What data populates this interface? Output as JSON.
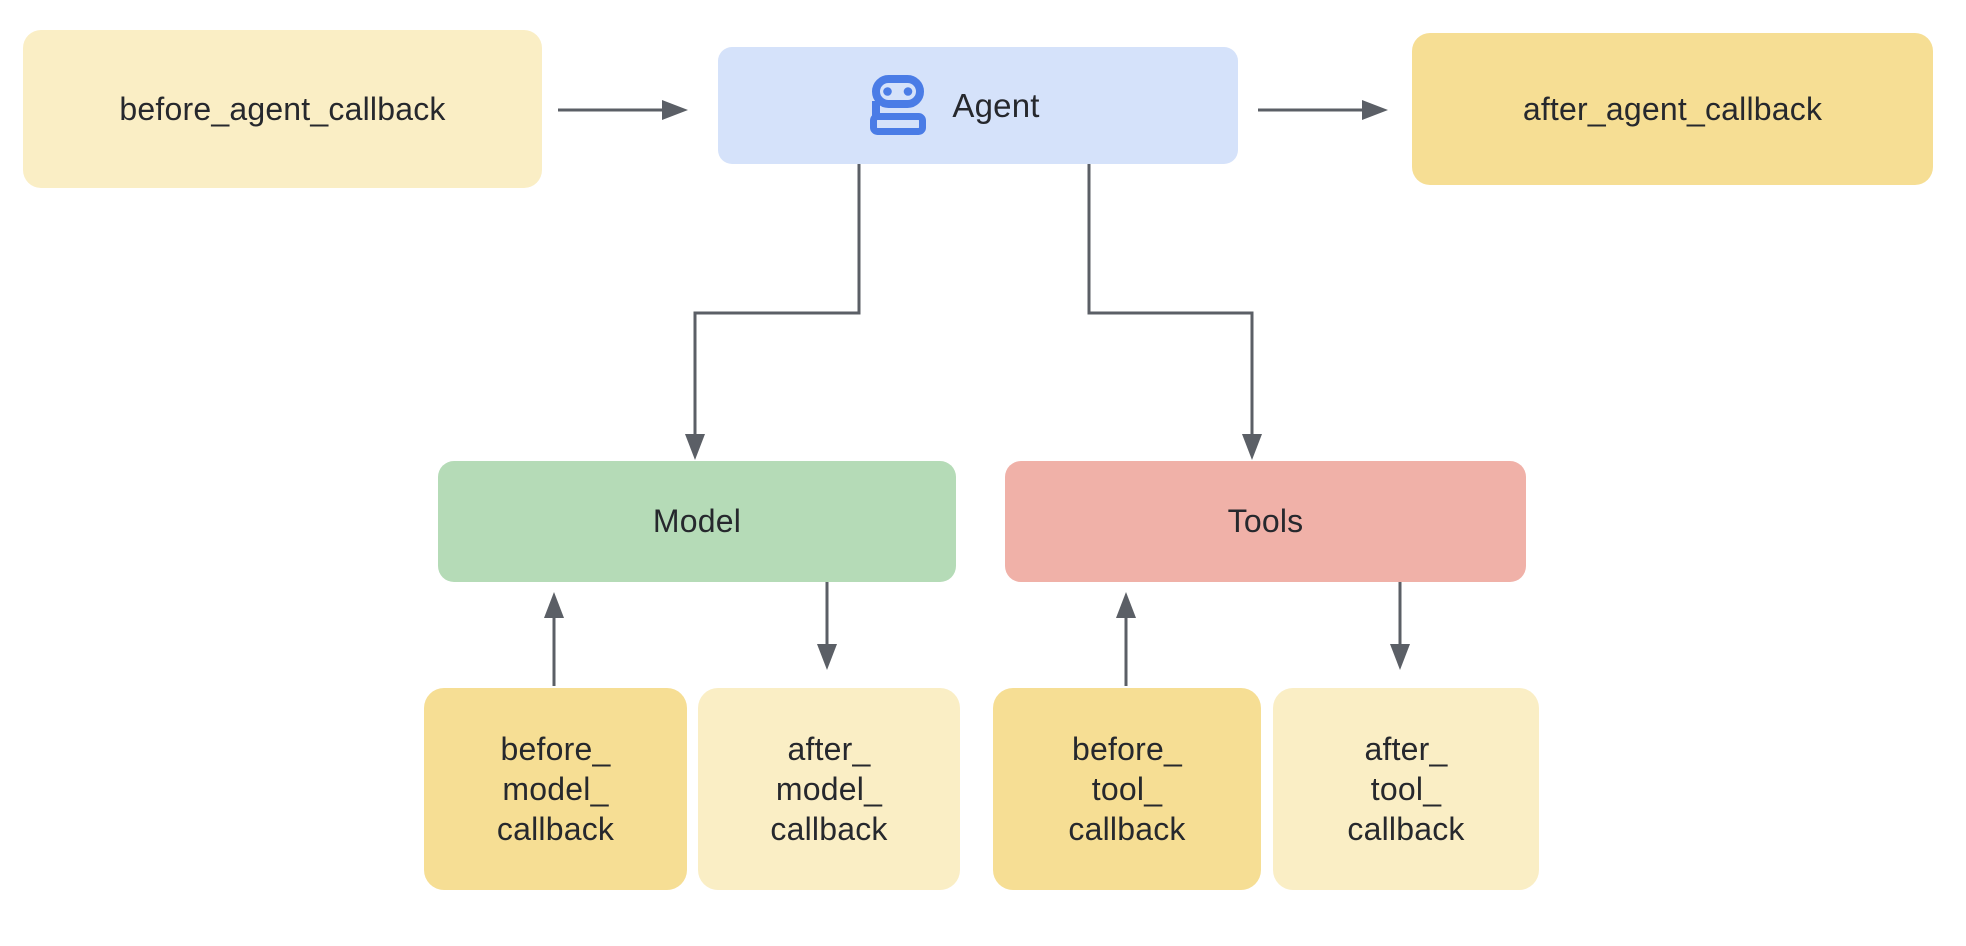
{
  "diagram": {
    "title": "agent-callbacks-flow",
    "nodes": {
      "before_agent": {
        "label": "before_agent_callback"
      },
      "agent": {
        "label": "Agent",
        "icon": "robot-icon"
      },
      "after_agent": {
        "label": "after_agent_callback"
      },
      "model": {
        "label": "Model"
      },
      "tools": {
        "label": "Tools"
      },
      "before_model": {
        "lines": [
          "before_",
          "model_",
          "callback"
        ]
      },
      "after_model": {
        "lines": [
          "after_",
          "model_",
          "callback"
        ]
      },
      "before_tool": {
        "lines": [
          "before_",
          "tool_",
          "callback"
        ]
      },
      "after_tool": {
        "lines": [
          "after_",
          "tool_",
          "callback"
        ]
      }
    },
    "edges": [
      {
        "from": "before_agent_callback",
        "to": "Agent",
        "direction": "right"
      },
      {
        "from": "Agent",
        "to": "after_agent_callback",
        "direction": "right"
      },
      {
        "from": "Agent",
        "to": "Model",
        "direction": "down-elbow"
      },
      {
        "from": "Agent",
        "to": "Tools",
        "direction": "down-elbow"
      },
      {
        "from": "before_model_callback",
        "to": "Model",
        "direction": "up"
      },
      {
        "from": "Model",
        "to": "after_model_callback",
        "direction": "down"
      },
      {
        "from": "before_tool_callback",
        "to": "Tools",
        "direction": "up"
      },
      {
        "from": "Tools",
        "to": "after_tool_callback",
        "direction": "down"
      }
    ]
  },
  "colors": {
    "cream": "#FAEEC5",
    "yellow": "#F6DE94",
    "blue": "#D5E2FA",
    "green": "#B5DBB7",
    "salmon": "#F0B1A8",
    "arrow": "#5B5F66",
    "icon-blue": "#4A7CE6",
    "text": "#26282D",
    "bg": "#FFFFFF"
  }
}
